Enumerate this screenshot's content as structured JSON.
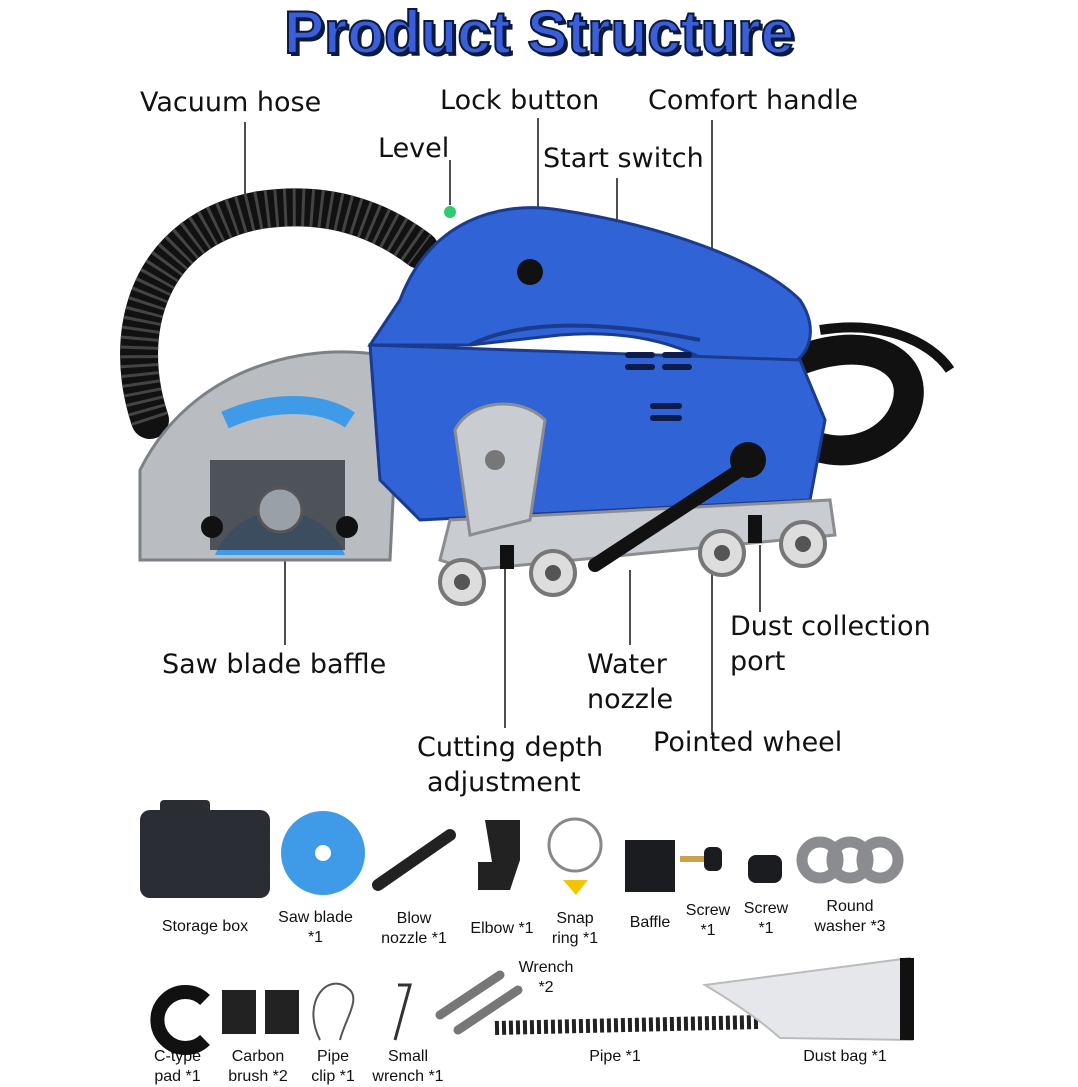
{
  "title": "Product Structure",
  "callouts": {
    "vacuum_hose": "Vacuum hose",
    "lock_button": "Lock button",
    "comfort_handle": "Comfort handle",
    "level": "Level",
    "start_switch": "Start switch",
    "dust_collection_1": "Dust collection",
    "dust_collection_2": "port",
    "saw_blade_baffle": "Saw blade baffle",
    "water_nozzle_1": "Water",
    "water_nozzle_2": "nozzle",
    "pointed_wheel": "Pointed wheel",
    "cutting_depth_1": "Cutting depth",
    "cutting_depth_2": "adjustment"
  },
  "accessories_row1": [
    {
      "l1": "Storage box",
      "l2": ""
    },
    {
      "l1": "Saw blade",
      "l2": "*1"
    },
    {
      "l1": "Blow",
      "l2": "nozzle *1"
    },
    {
      "l1": "Elbow *1",
      "l2": ""
    },
    {
      "l1": "Snap",
      "l2": "ring *1"
    },
    {
      "l1": "Baffle",
      "l2": ""
    },
    {
      "l1": "Screw",
      "l2": "*1"
    },
    {
      "l1": "Screw",
      "l2": "*1"
    },
    {
      "l1": "Round",
      "l2": "washer *3"
    }
  ],
  "accessories_row2": [
    {
      "l1": "C-type",
      "l2": "pad *1"
    },
    {
      "l1": "Carbon",
      "l2": "brush *2"
    },
    {
      "l1": "Pipe",
      "l2": "clip *1"
    },
    {
      "l1": "Small",
      "l2": "wrench *1"
    },
    {
      "l1": "Wrench",
      "l2": "*2"
    },
    {
      "l1": "Pipe *1",
      "l2": ""
    },
    {
      "l1": "Dust bag *1",
      "l2": ""
    }
  ],
  "colors": {
    "title_fill": "#3a5fd9",
    "tool_blue": "#2f63d6",
    "metal": "#b9bcc0",
    "blade_blue": "#3f9be8"
  }
}
